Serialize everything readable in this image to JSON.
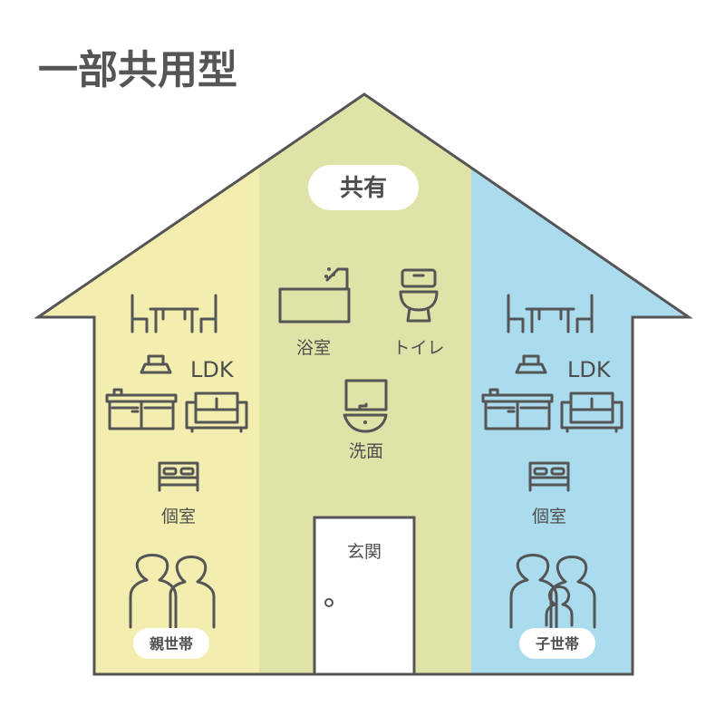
{
  "title": "一部共用型",
  "colors": {
    "parent_zone": "#f3eeb0",
    "shared_zone": "#e0e3a8",
    "child_zone": "#aadcee",
    "outline": "#555555",
    "text": "#4e4e4e"
  },
  "shared": {
    "label": "共有",
    "bath_label": "浴室",
    "toilet_label": "トイレ",
    "washroom_label": "洗面",
    "entrance_label": "玄関"
  },
  "parent": {
    "ldk_label": "LDK",
    "room_label": "個室",
    "household_label": "親世帯"
  },
  "child": {
    "ldk_label": "LDK",
    "room_label": "個室",
    "household_label": "子世帯"
  },
  "icons": [
    "dining-table-icon",
    "range-hood-icon",
    "kitchen-icon",
    "sofa-icon",
    "bed-icon",
    "people-icon",
    "bathtub-shower-icon",
    "toilet-icon",
    "washbasin-icon",
    "door-knob-icon"
  ]
}
